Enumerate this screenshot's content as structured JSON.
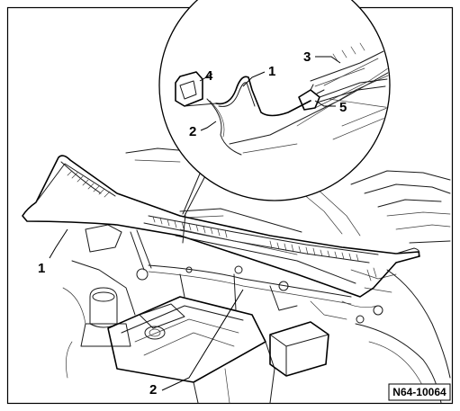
{
  "figure": {
    "reference_code": "N64-10064"
  },
  "callouts": [
    {
      "id": "callout-1-detail",
      "label": "1"
    },
    {
      "id": "callout-2-detail",
      "label": "2"
    },
    {
      "id": "callout-3-detail",
      "label": "3"
    },
    {
      "id": "callout-4-detail",
      "label": "4"
    },
    {
      "id": "callout-5-detail",
      "label": "5"
    },
    {
      "id": "callout-1-main",
      "label": "1"
    },
    {
      "id": "callout-2-main",
      "label": "2"
    }
  ]
}
